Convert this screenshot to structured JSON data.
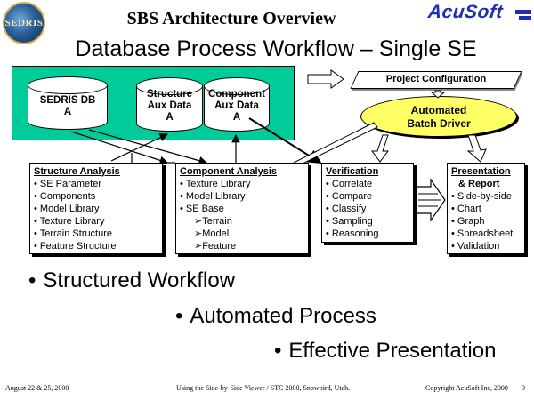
{
  "logos": {
    "left": "SEDRIS",
    "right": "AcuSoft"
  },
  "header": {
    "super_title": "SBS Architecture Overview",
    "title": "Database Process Workflow – Single SE"
  },
  "databases": [
    {
      "line1": "SEDRIS DB",
      "line2": "A"
    },
    {
      "line1": "Structure",
      "line2": "Aux Data",
      "line3": "A"
    },
    {
      "line1": "Component",
      "line2": "Aux Data",
      "line3": "A"
    }
  ],
  "project_config": "Project Configuration",
  "batch_driver": {
    "line1": "Automated",
    "line2": "Batch Driver"
  },
  "boxes": {
    "structure": {
      "heading": "Structure Analysis",
      "items": [
        "• SE Parameter",
        "• Components",
        "• Model Library",
        "• Texture Library",
        "• Terrain Structure",
        "• Feature Structure"
      ]
    },
    "component": {
      "heading": "Component Analysis",
      "items": [
        "• Texture Library",
        "• Model Library",
        "• SE Base"
      ],
      "subitems": [
        "➢Terrain",
        "➢Model",
        "➢Feature"
      ]
    },
    "verification": {
      "heading": "Verification",
      "items": [
        "• Correlate",
        "• Compare",
        "• Classify",
        "• Sampling",
        "• Reasoning"
      ]
    },
    "presentation": {
      "heading1": "Presentation",
      "heading2": "& Report",
      "items": [
        "• Side-by-side",
        "• Chart",
        "• Graph",
        "• Spreadsheet",
        "• Validation"
      ]
    }
  },
  "bullets": [
    "Structured Workflow",
    "Automated Process",
    "Effective Presentation"
  ],
  "bullet_symbol": "•",
  "footer": {
    "date": "August 22 & 25, 2000",
    "center": "Using the Side-by-Side Viewer / STC 2000, Snowbird, Utah.",
    "copyright": "Copyright AcuSoft Inc, 2000",
    "page": "9"
  },
  "colors": {
    "panel_green": "#00cc99",
    "ellipse_yellow": "#ffff66",
    "acusoft_blue": "#1b2fb3"
  }
}
